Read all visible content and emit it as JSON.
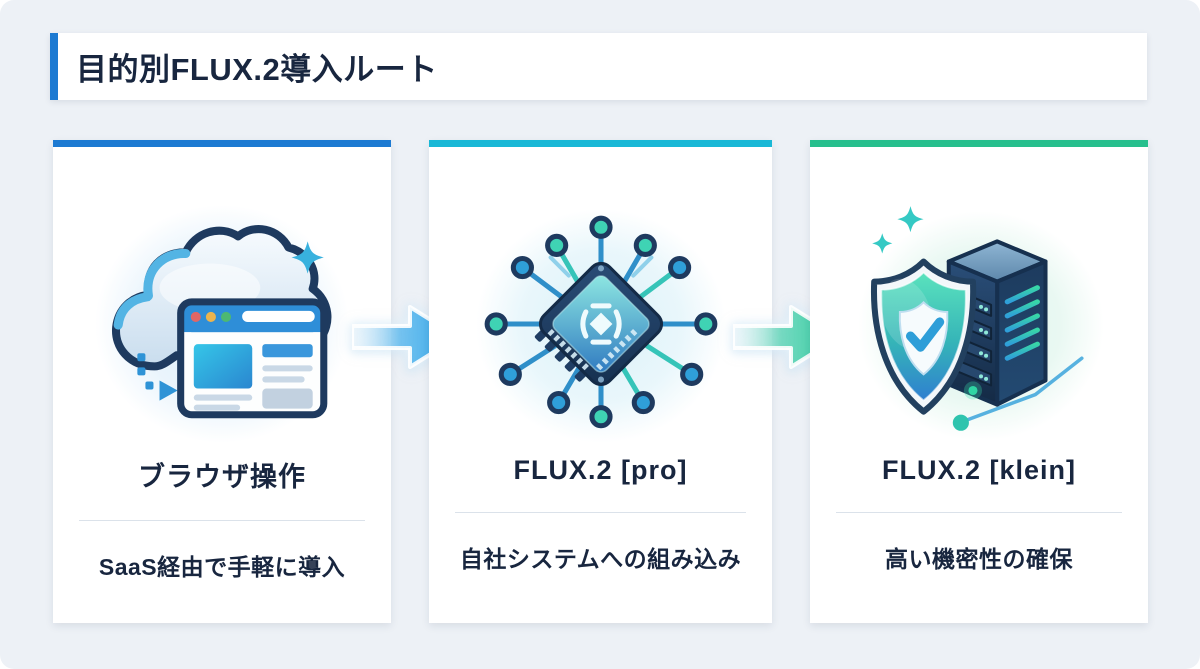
{
  "page": {
    "title": "目的別FLUX.2導入ルート"
  },
  "colors": {
    "background": "#edf1f6",
    "text_dark": "#18263f",
    "title_accent": "#1d7ad2"
  },
  "cards": [
    {
      "title": "ブラウザ操作",
      "subtitle": "SaaS経由で手軽に導入",
      "icon": "cloud-browser-icon",
      "accent_color": "#1d7ad2"
    },
    {
      "title": "FLUX.2 [pro]",
      "subtitle": "自社システムへの組み込み",
      "icon": "chip-network-icon",
      "accent_color": "#19b8d6"
    },
    {
      "title": "FLUX.2 [klein]",
      "subtitle": "高い機密性の確保",
      "icon": "shield-server-icon",
      "accent_color": "#27bf8d"
    }
  ],
  "arrows": [
    {
      "name": "arrow-right-1",
      "color": "#2aa3e8"
    },
    {
      "name": "arrow-right-2",
      "color": "#2bc99c"
    }
  ]
}
